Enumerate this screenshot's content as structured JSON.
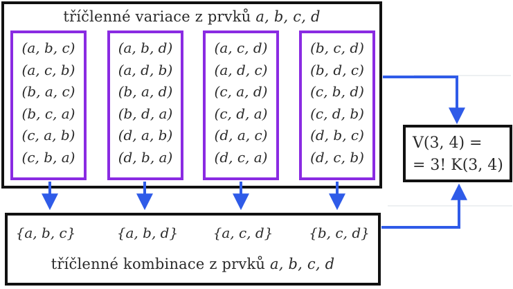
{
  "variations": {
    "caption_text": "tříčlenné variace z prvků",
    "caption_elements": "a, b, c, d",
    "groups": [
      {
        "tuples": [
          "(a, b, c)",
          "(a, c, b)",
          "(b, a, c)",
          "(b, c, a)",
          "(c, a, b)",
          "(c, b, a)"
        ]
      },
      {
        "tuples": [
          "(a, b, d)",
          "(a, d, b)",
          "(b, a, d)",
          "(b, d, a)",
          "(d, a, b)",
          "(d, b, a)"
        ]
      },
      {
        "tuples": [
          "(a, c, d)",
          "(a, d, c)",
          "(c, a, d)",
          "(c, d, a)",
          "(d, a, c)",
          "(d, c, a)"
        ]
      },
      {
        "tuples": [
          "(b, c, d)",
          "(b, d, c)",
          "(c, b, d)",
          "(c, d, b)",
          "(d, b, c)",
          "(d, c, b)"
        ]
      }
    ]
  },
  "combinations": {
    "sets": [
      "{a, b, c}",
      "{a, b, d}",
      "{a, c, d}",
      "{b, c, d}"
    ],
    "caption_text": "tříčlenné kombinace z prvků",
    "caption_elements": "a, b, c, d"
  },
  "result": {
    "line1": "V(3, 4) =",
    "line2": "= 3! K(3, 4)"
  },
  "colors": {
    "frame": "#111111",
    "group_border": "#8a2be2",
    "arrow": "#2f5be8"
  }
}
